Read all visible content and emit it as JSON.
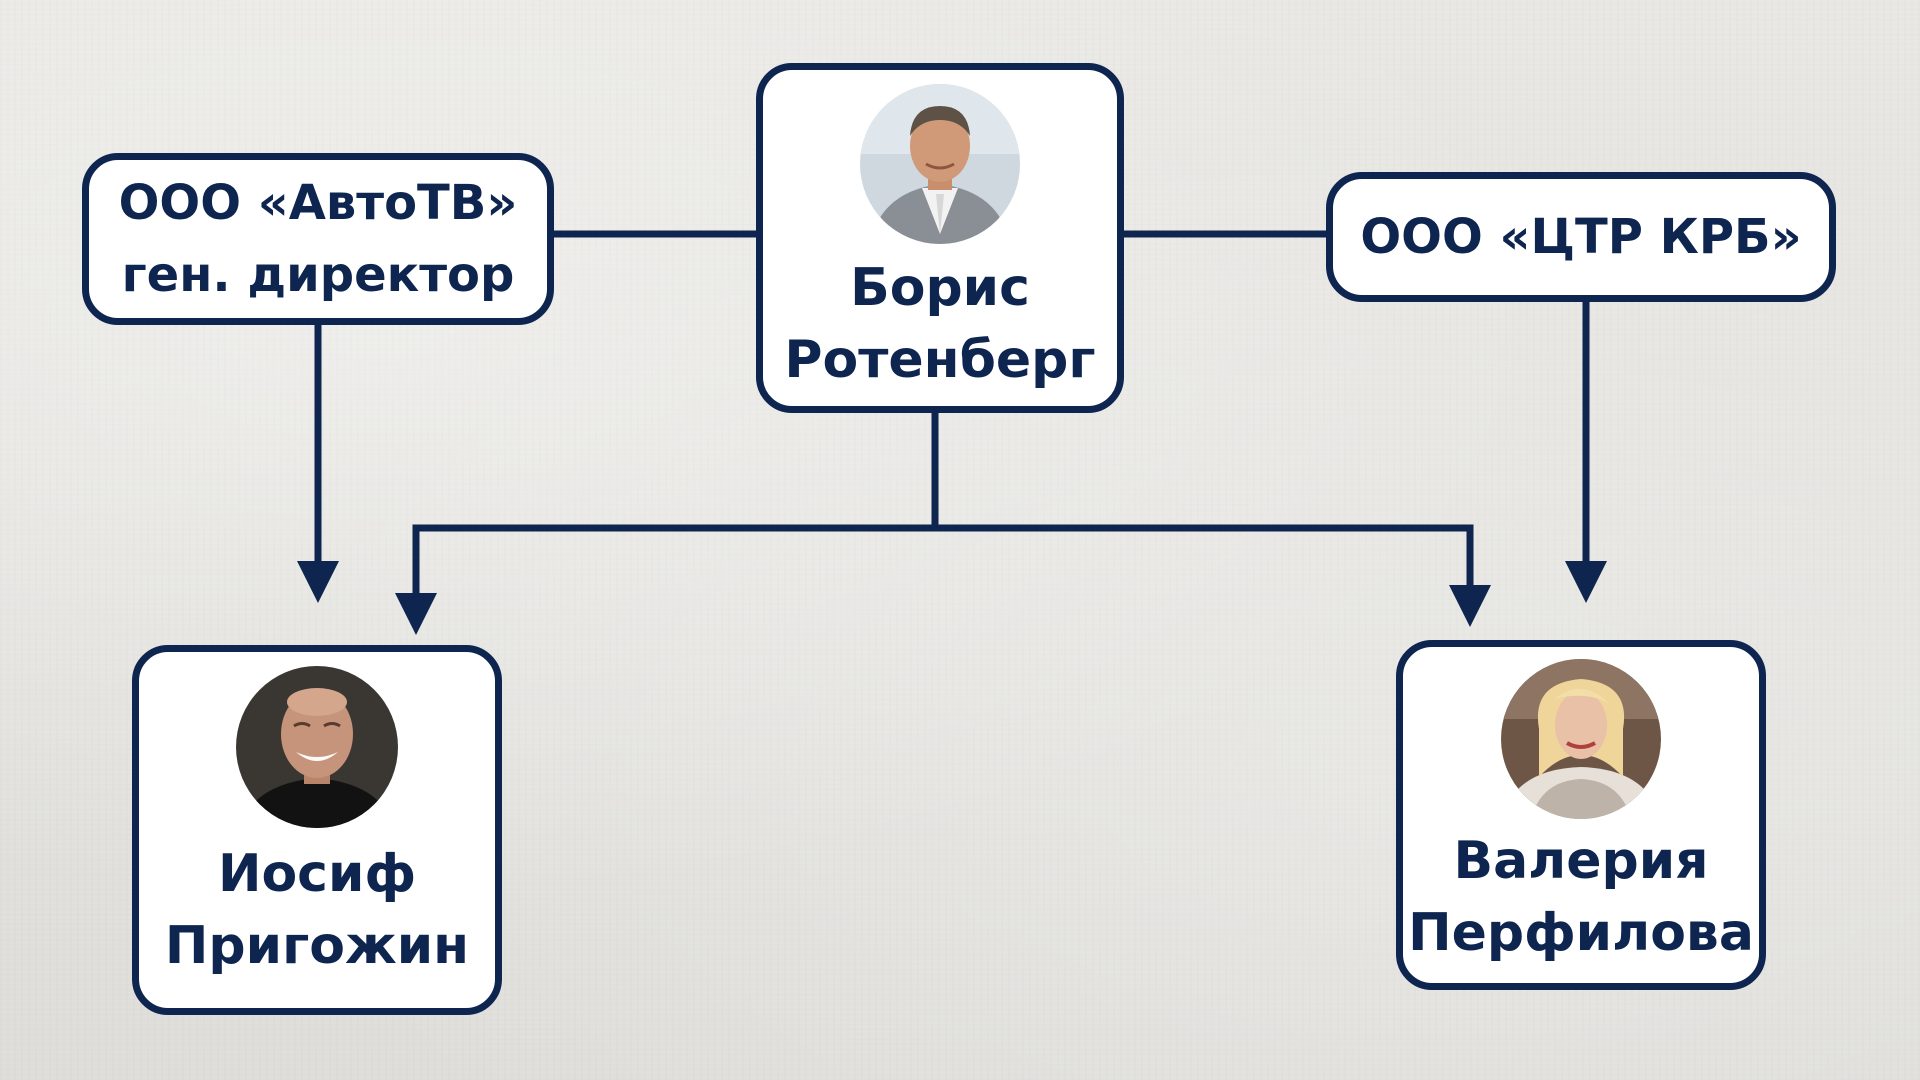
{
  "colors": {
    "accent": "#0e2550",
    "box_fill": "#ffffff",
    "background": "#e6e5e1"
  },
  "nodes": {
    "autotv": {
      "line1": "ООО «АвтоТВ»",
      "line2": "ген. директор"
    },
    "rotenberg": {
      "line1": "Борис",
      "line2": "Ротенберг",
      "avatar": "man-in-suit-portrait"
    },
    "ctr": {
      "line1": "ООО «ЦТР КРБ»"
    },
    "prigozhin": {
      "line1": "Иосиф",
      "line2": "Пригожин",
      "avatar": "bald-man-smiling-portrait"
    },
    "perfilova": {
      "line1": "Валерия",
      "line2": "Перфилова",
      "avatar": "blonde-woman-portrait"
    }
  },
  "edges": [
    {
      "from": "autotv",
      "to": "rotenberg",
      "type": "line"
    },
    {
      "from": "rotenberg",
      "to": "ctr",
      "type": "line"
    },
    {
      "from": "autotv",
      "to": "prigozhin",
      "type": "arrow"
    },
    {
      "from": "rotenberg",
      "to": "prigozhin",
      "type": "arrow"
    },
    {
      "from": "rotenberg",
      "to": "perfilova",
      "type": "arrow"
    },
    {
      "from": "ctr",
      "to": "perfilova",
      "type": "arrow"
    }
  ]
}
